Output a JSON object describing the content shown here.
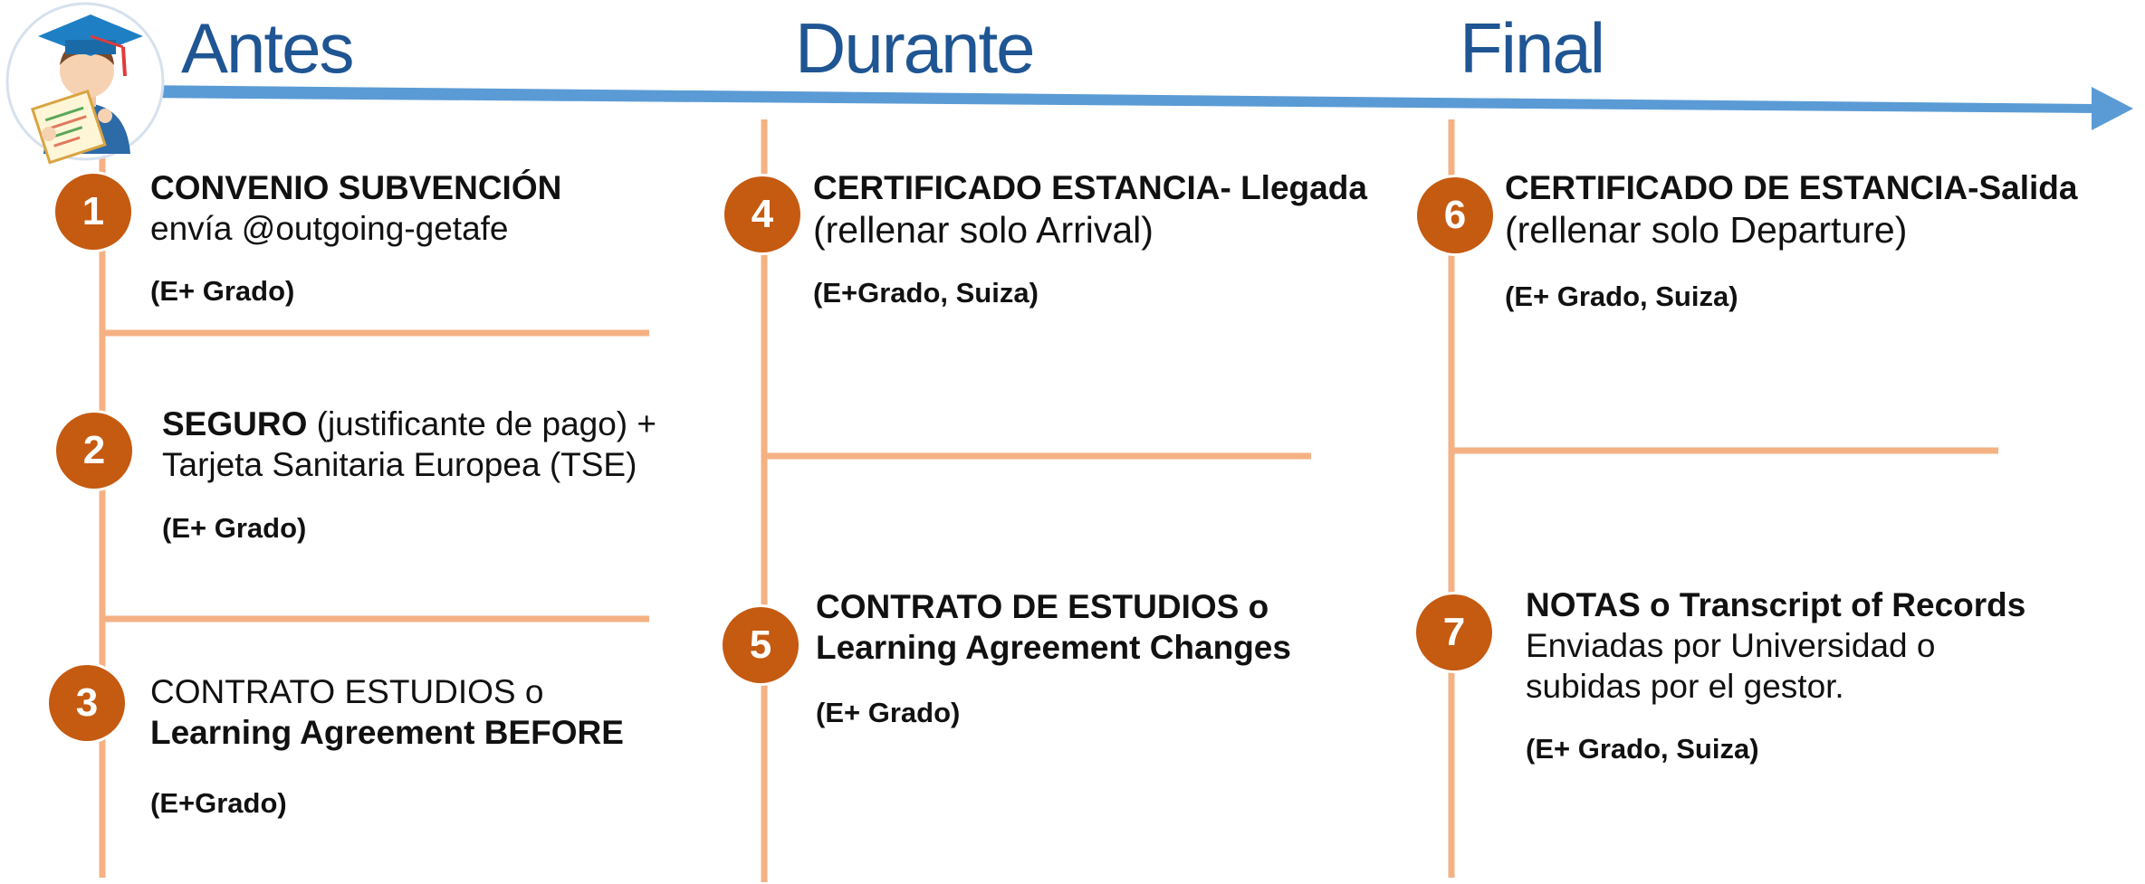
{
  "colors": {
    "timeline_arrow": "#5b9bd5",
    "phase_title": "#1f5592",
    "badge": "#c55a11",
    "connector": "#f4b183"
  },
  "icons": {
    "logo": "graduate-student-icon"
  },
  "phases": {
    "antes": "Antes",
    "durante": "Durante",
    "final": "Final"
  },
  "steps": {
    "s1": {
      "number": "1",
      "title": "CONVENIO SUBVENCIÓN",
      "line1": "envía @outgoing-getafe",
      "tag": "(E+ Grado)"
    },
    "s2": {
      "number": "2",
      "title": "SEGURO",
      "title_suffix": " (justificante de pago) +",
      "line2": "Tarjeta Sanitaria Europea (TSE)",
      "tag": "(E+ Grado)"
    },
    "s3": {
      "number": "3",
      "line1": "CONTRATO ESTUDIOS o",
      "title": "Learning Agreement BEFORE",
      "tag": "(E+Grado)"
    },
    "s4": {
      "number": "4",
      "title": "CERTIFICADO ESTANCIA- Llegada",
      "line1": "(rellenar solo Arrival)",
      "tag": "(E+Grado, Suiza)"
    },
    "s5": {
      "number": "5",
      "title": "CONTRATO  DE ESTUDIOS o",
      "title2": "Learning Agreement Changes",
      "tag": "(E+ Grado)"
    },
    "s6": {
      "number": "6",
      "title": "CERTIFICADO DE ESTANCIA-Salida",
      "line1": "(rellenar solo Departure)",
      "tag": "(E+ Grado, Suiza)"
    },
    "s7": {
      "number": "7",
      "title": "NOTAS o Transcript of Records",
      "line1": "Enviadas por Universidad o",
      "line2": "subidas por el gestor.",
      "tag": "(E+ Grado, Suiza)"
    }
  }
}
